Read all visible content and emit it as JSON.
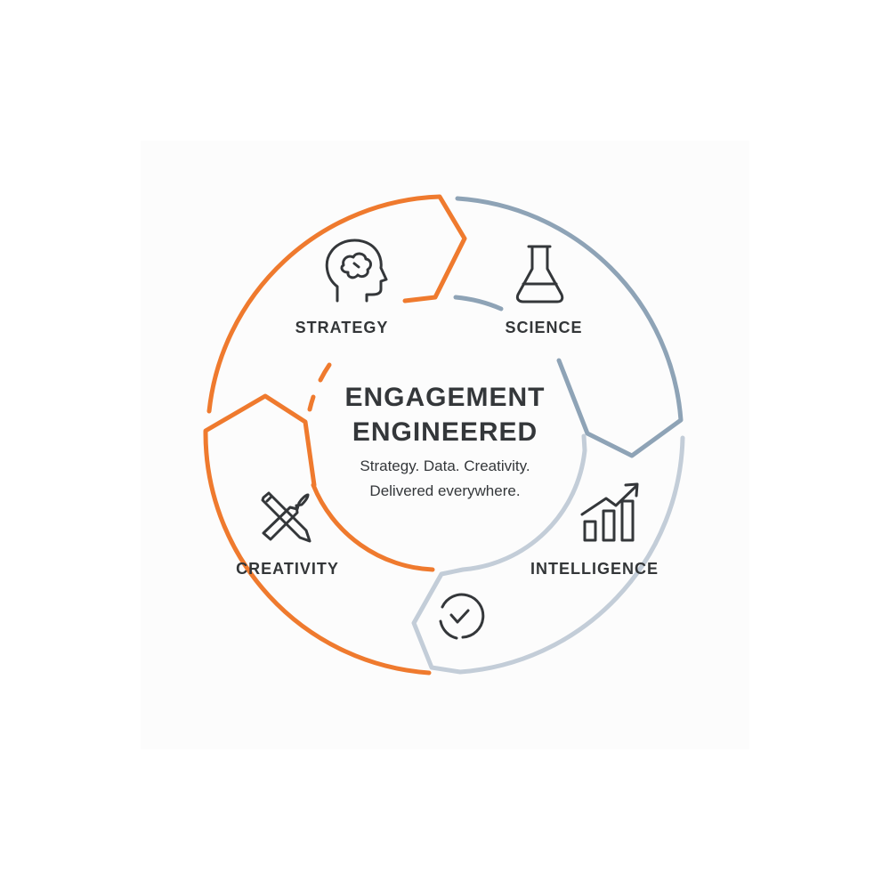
{
  "center": {
    "title_line1": "ENGAGEMENT",
    "title_line2": "ENGINEERED",
    "subtitle_line1": "Strategy. Data. Creativity.",
    "subtitle_line2": "Delivered everywhere."
  },
  "segments": [
    {
      "label": "STRATEGY",
      "icon": "head-brain-icon",
      "color": "#ef7a2e"
    },
    {
      "label": "SCIENCE",
      "icon": "flask-icon",
      "color": "#8ea3b6"
    },
    {
      "label": "INTELLIGENCE",
      "icon": "bar-chart-trend-icon",
      "color": "#c3cdd8"
    },
    {
      "label": "CREATIVITY",
      "icon": "pencil-brush-icon",
      "color": "#ef7a2e"
    }
  ],
  "extra_icons": [
    "clock-icon"
  ],
  "colors": {
    "orange": "#ef7a2e",
    "steel_blue": "#8ea3b6",
    "light_grey_blue": "#c3cdd8",
    "text": "#34373a"
  }
}
